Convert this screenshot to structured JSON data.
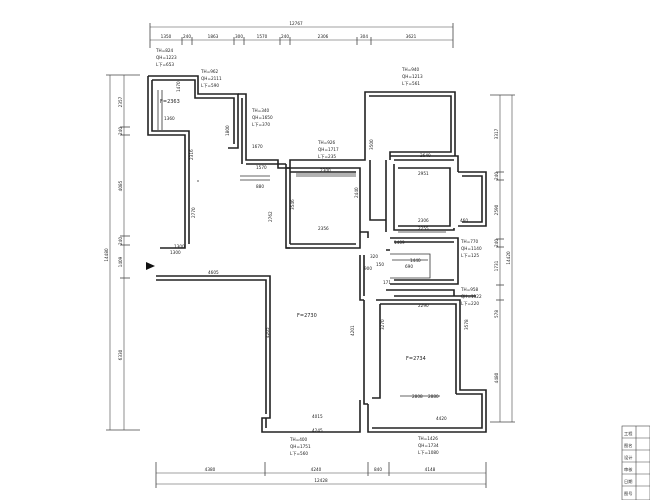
{
  "dims_top": {
    "overall": "12767",
    "segments": [
      "1350",
      "240",
      "1863",
      "300",
      "1570",
      "240",
      "2306",
      "304",
      "3621"
    ]
  },
  "dims_bottom": {
    "overall": "12428",
    "segments": [
      "4380",
      "4240",
      "840",
      "4148"
    ]
  },
  "dims_left": {
    "overall": "14480",
    "segments": [
      "2357",
      "240",
      "4085",
      "240",
      "1409",
      "6330"
    ]
  },
  "dims_right": {
    "overall": "14420",
    "segments": [
      "3317",
      "240",
      "2590",
      "240",
      "1731",
      "578",
      "4480"
    ]
  },
  "room_labels": [
    {
      "id": "r1",
      "lines": [
        "TH=824",
        "QH=1223",
        "L下=653"
      ]
    },
    {
      "id": "r2",
      "lines": [
        "TH=962",
        "QH=2111",
        "L下=590"
      ]
    },
    {
      "id": "r3",
      "lines": [
        "TH=340",
        "QH=1650",
        "L下=370"
      ]
    },
    {
      "id": "r4",
      "lines": [
        "TH=940",
        "QH=1213",
        "L下=561"
      ]
    },
    {
      "id": "r5",
      "lines": [
        "TH=926",
        "QH=1717",
        "L下=235"
      ]
    },
    {
      "id": "r6",
      "lines": [
        "TH=770",
        "QH=1140",
        "L下=125"
      ]
    },
    {
      "id": "r7",
      "lines": [
        "TH=958",
        "QH=1122",
        "L下=220"
      ]
    },
    {
      "id": "r8",
      "lines": [
        "TH=400",
        "QH=1751",
        "L下=560"
      ]
    },
    {
      "id": "r9",
      "lines": [
        "TH=1426",
        "QH=1734",
        "L下=1080"
      ]
    }
  ],
  "floor_labels": [
    "F=2363",
    "F=2730",
    "F=2734"
  ],
  "interior_dims": [
    "1470",
    "1360",
    "2316",
    "2770",
    "1300",
    "1800",
    "1570",
    "1670",
    "880",
    "2300",
    "3546",
    "2356",
    "2762",
    "2440",
    "3500",
    "2640",
    "2951",
    "2306",
    "460",
    "2255",
    "1440",
    "3270",
    "2290",
    "4605",
    "4205",
    "4015",
    "4245",
    "2808",
    "2880",
    "320",
    "4420",
    "3578",
    "4201",
    "150",
    "171",
    "1409",
    "900",
    "690",
    "1300"
  ],
  "title_block": {
    "rows": [
      "工程",
      "图名",
      "设计",
      "审核",
      "日期",
      "图号"
    ]
  },
  "colors": {
    "line": "#222222",
    "paper": "#ffffff"
  }
}
